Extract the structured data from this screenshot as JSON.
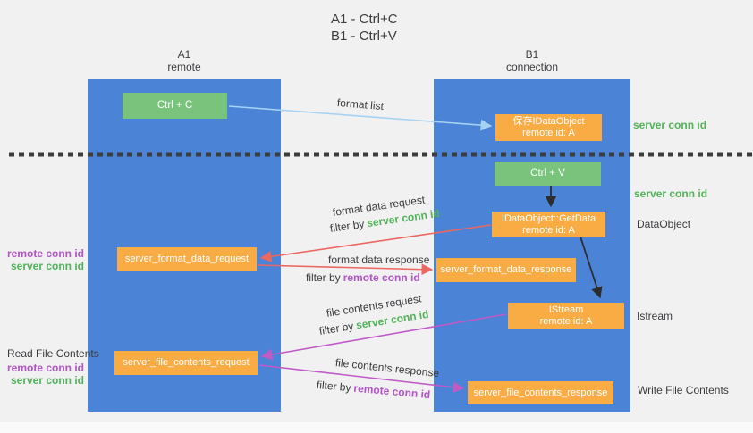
{
  "title": {
    "line1": "A1 - Ctrl+C",
    "line2": "B1 - Ctrl+V"
  },
  "lifelines": {
    "left": {
      "title": "A1",
      "subtitle": "remote"
    },
    "right": {
      "title": "B1",
      "subtitle": "connection"
    }
  },
  "nodes": {
    "ctrl_c": {
      "label": "Ctrl + C"
    },
    "ctrl_v": {
      "label": "Ctrl + V"
    },
    "save_dataobject": {
      "line1": "保存IDataObject",
      "line2": "remote id: A"
    },
    "getdata": {
      "line1": "IDataObject::GetData",
      "line2": "remote id: A"
    },
    "istream": {
      "line1": "IStream",
      "line2": "remote id: A"
    },
    "format_request": {
      "label": "server_format_data_request"
    },
    "format_response": {
      "label": "server_format_data_response"
    },
    "file_request": {
      "label": "server_file_contents_request"
    },
    "file_response": {
      "label": "server_file_contents_response"
    }
  },
  "arrows": {
    "format_list": {
      "label": "format list"
    },
    "format_data_request": {
      "label": "format data request",
      "filter_prefix": "filter by",
      "filter_value": "server conn id"
    },
    "format_data_response": {
      "label": "format data response",
      "filter_prefix": "filter by",
      "filter_value": "remote conn id"
    },
    "file_contents_request": {
      "label": "file contents request",
      "filter_prefix": "filter by",
      "filter_value": "server conn id"
    },
    "file_contents_response": {
      "label": "file contents response",
      "filter_prefix": "filter by",
      "filter_value": "remote conn id"
    }
  },
  "annotations": {
    "server_conn_id_top": "server conn id",
    "server_conn_id_mid": "server conn id",
    "dataobject": "DataObject",
    "istream": "Istream",
    "write_file_contents": "Write File Contents",
    "read_file_contents": "Read File Contents",
    "format_pair": {
      "remote": "remote conn id",
      "server": "server conn id"
    },
    "file_pair": {
      "remote": "remote conn id",
      "server": "server conn id"
    }
  },
  "colors": {
    "lifeline_blue": "#4b83d7",
    "action_green": "#79c37c",
    "node_orange": "#f9ab44",
    "arrow_light_blue": "#a6d2f2",
    "arrow_red": "#ec675f",
    "arrow_magenta": "#c05ac7",
    "arrow_black": "#2d2d2d",
    "separator_dark": "#3d3d3d",
    "server_conn_green": "#53b259",
    "remote_conn_purple": "#b054c6",
    "text_dark": "#3b3c3e",
    "background": "#f1f1f2"
  }
}
